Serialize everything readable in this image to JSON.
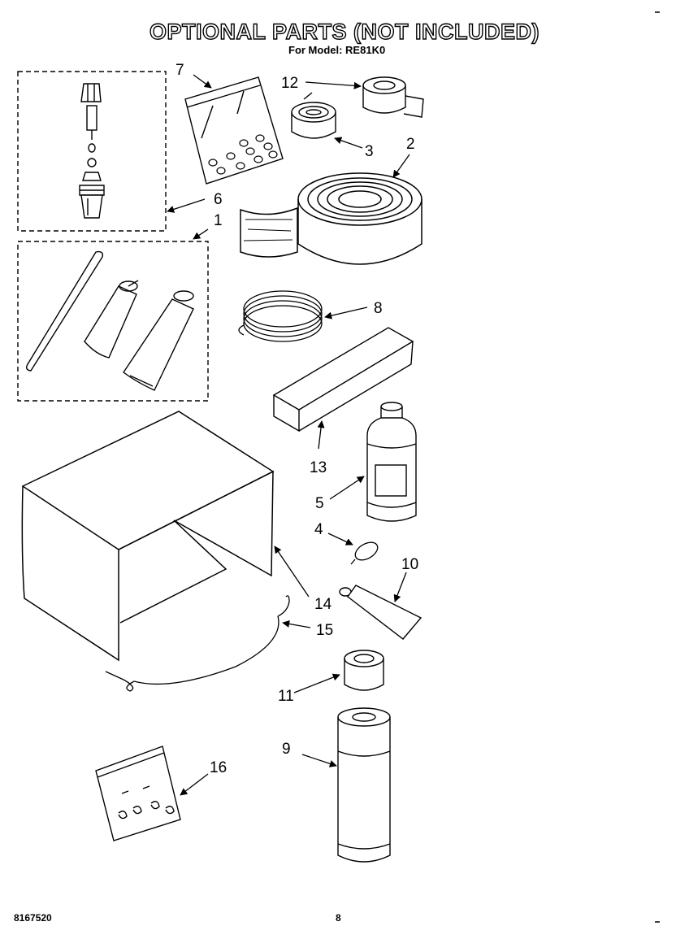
{
  "header": {
    "title": "OPTIONAL PARTS (NOT INCLUDED)",
    "subtitle": "For Model: RE81K0"
  },
  "footer": {
    "doc_number": "8167520",
    "page_number": "8"
  },
  "callouts": {
    "c1": "1",
    "c2": "2",
    "c3": "3",
    "c4": "4",
    "c5": "5",
    "c6": "6",
    "c7": "7",
    "c8": "8",
    "c9": "9",
    "c10": "10",
    "c11": "11",
    "c12": "12",
    "c13": "13",
    "c14": "14",
    "c15": "15",
    "c16": "16"
  }
}
